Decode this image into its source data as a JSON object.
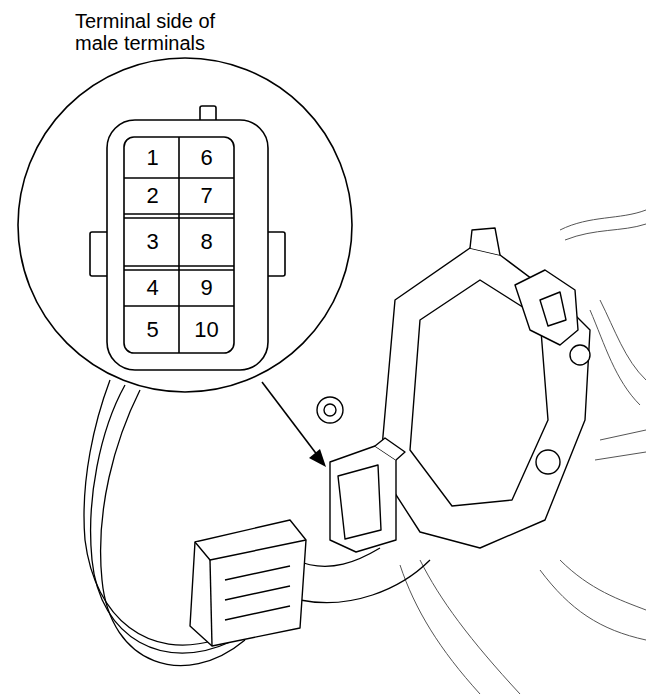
{
  "diagram": {
    "nodes": [
      {
        "text": [
          "1"
        ]
      },
      {
        "text": [
          "6"
        ]
      },
      {
        "text": [
          "2"
        ]
      },
      {
        "text": [
          "7"
        ]
      },
      {
        "text": [
          "3"
        ]
      },
      {
        "text": [
          "8"
        ]
      },
      {
        "text": [
          "4"
        ]
      },
      {
        "text": [
          "9"
        ]
      },
      {
        "text": [
          "5"
        ]
      },
      {
        "text": [
          "10"
        ]
      }
    ],
    "labels": [
      "Terminal side of male terminals"
    ]
  }
}
